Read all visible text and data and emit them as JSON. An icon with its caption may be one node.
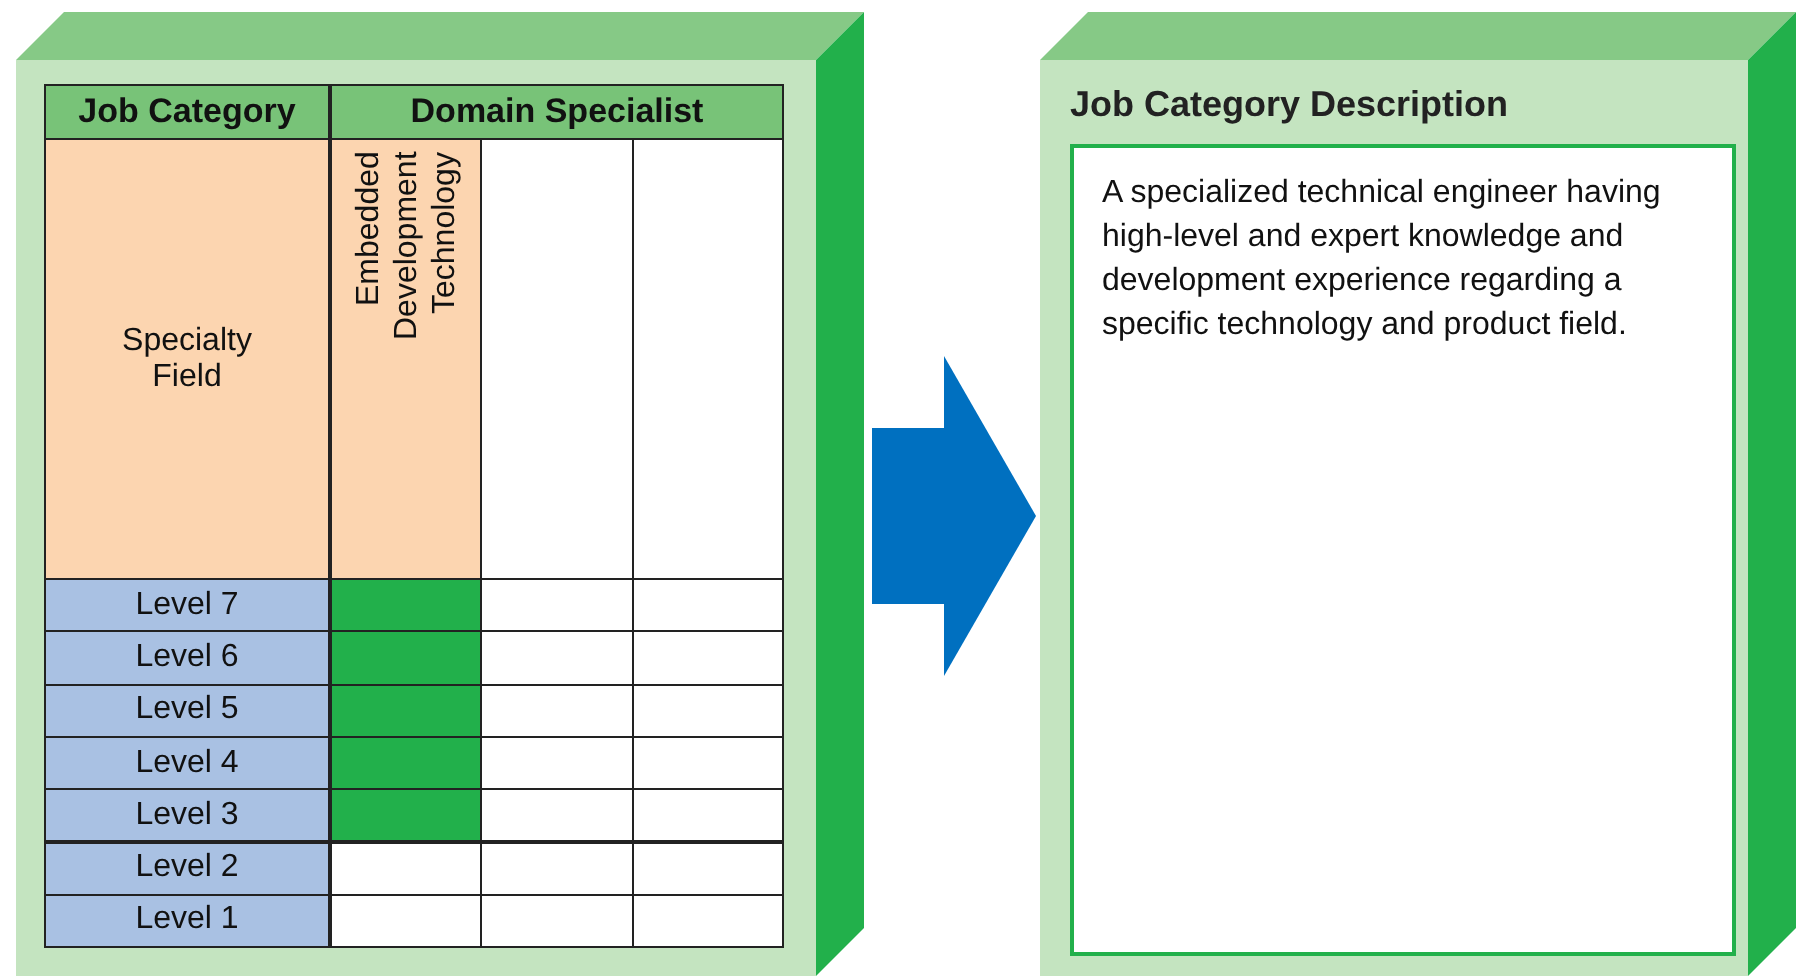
{
  "diagram": {
    "nodes": [
      {
        "text": [],
        "shape": "box"
      },
      {
        "text": [
          "Job Category Description",
          "A specialized technical engineer having high-level and expert knowledge and development experience regarding a specific technology and product field."
        ]
      }
    ],
    "edges": [
      {
        "from": 0,
        "to": 1,
        "arrow": "to"
      }
    ],
    "labels": [
      "Job Category",
      "Domain Specialist",
      "Specialty Field",
      "Embedded Development Technology",
      "Level 7",
      "Level 6",
      "Level 5",
      "Level 4",
      "Level 3",
      "Level 2",
      "Level 1"
    ]
  }
}
